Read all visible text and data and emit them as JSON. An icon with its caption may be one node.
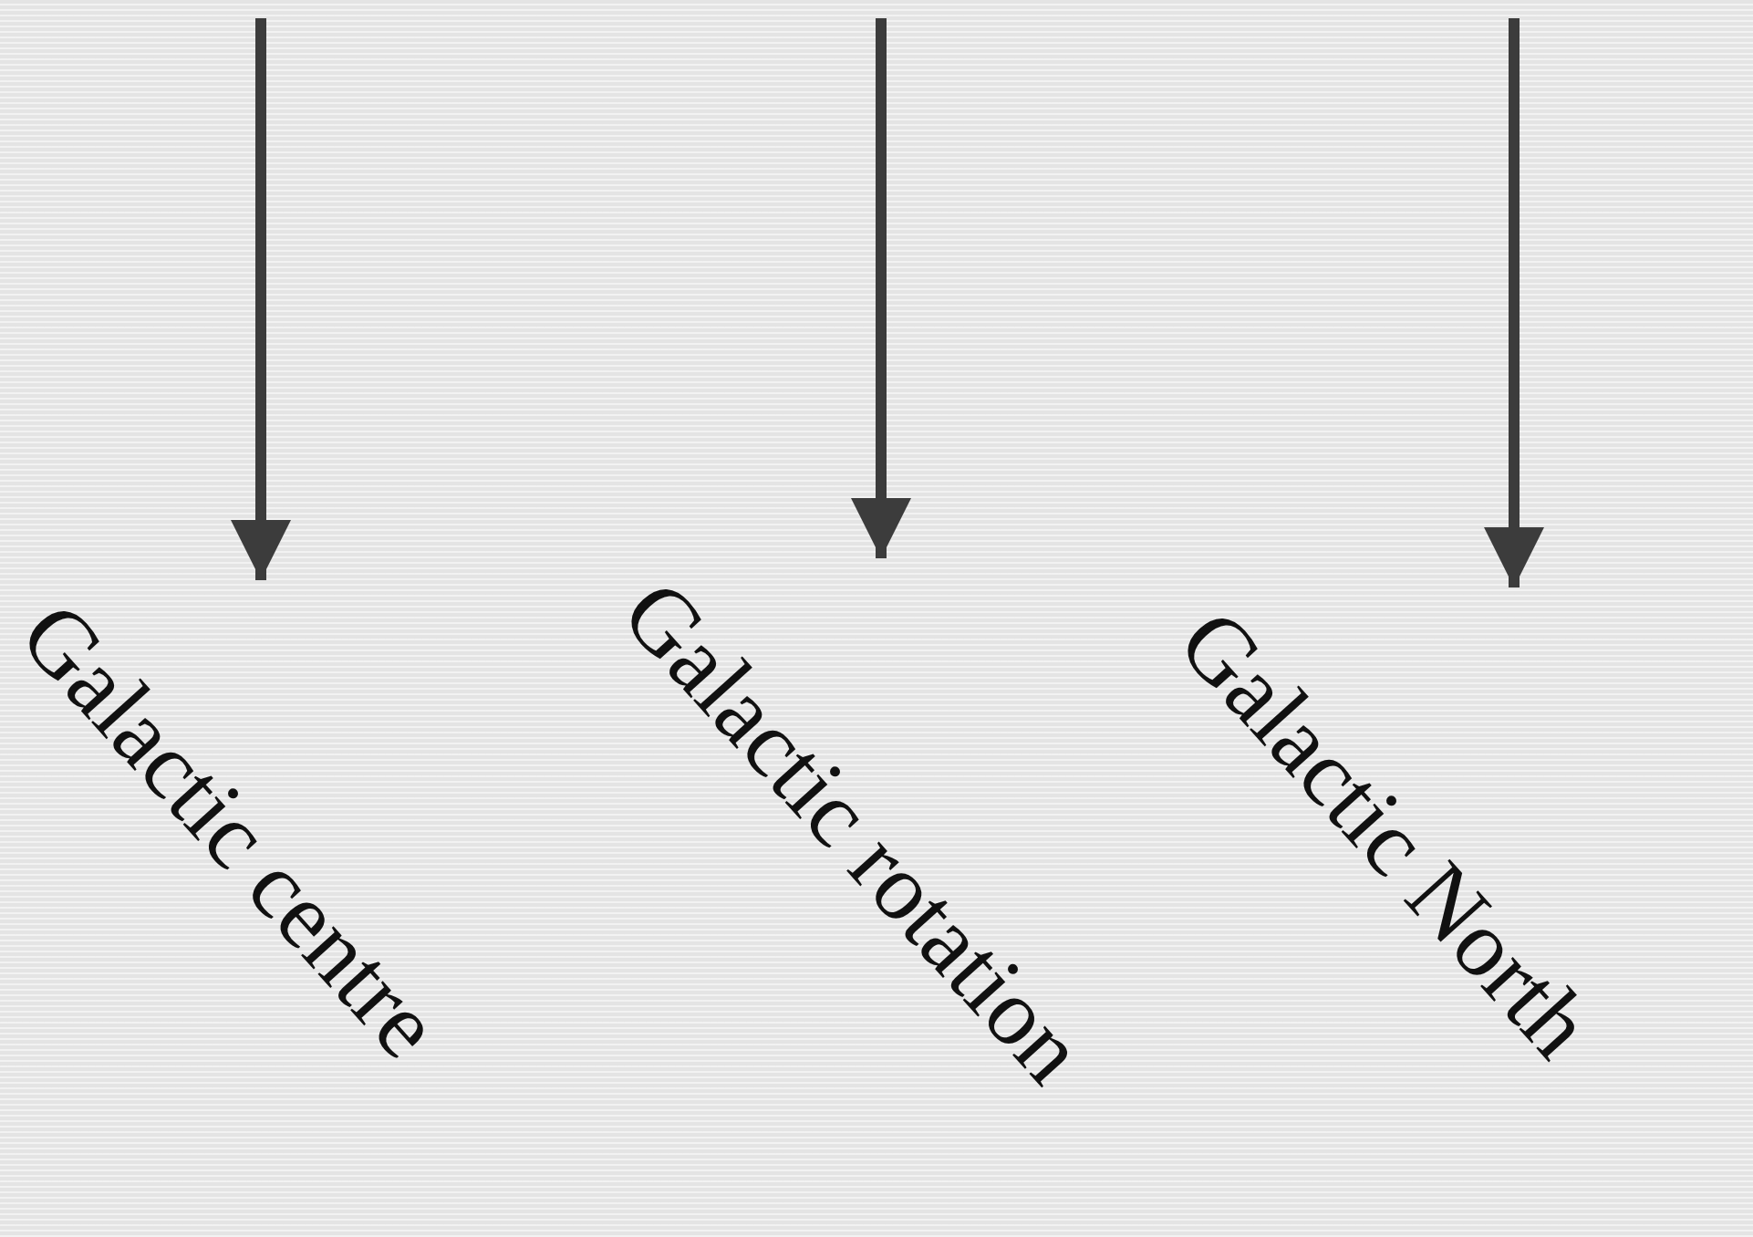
{
  "diagram": {
    "nodes": [
      {
        "text": [
          "Galactic centre"
        ]
      },
      {
        "text": [
          "Galactic rotation"
        ]
      },
      {
        "text": [
          "Galactic North"
        ]
      }
    ],
    "edges": [
      {
        "from": null,
        "to": 0,
        "arrow": "to"
      },
      {
        "from": null,
        "to": 1,
        "arrow": "to"
      },
      {
        "from": null,
        "to": 2,
        "arrow": "to"
      }
    ]
  }
}
